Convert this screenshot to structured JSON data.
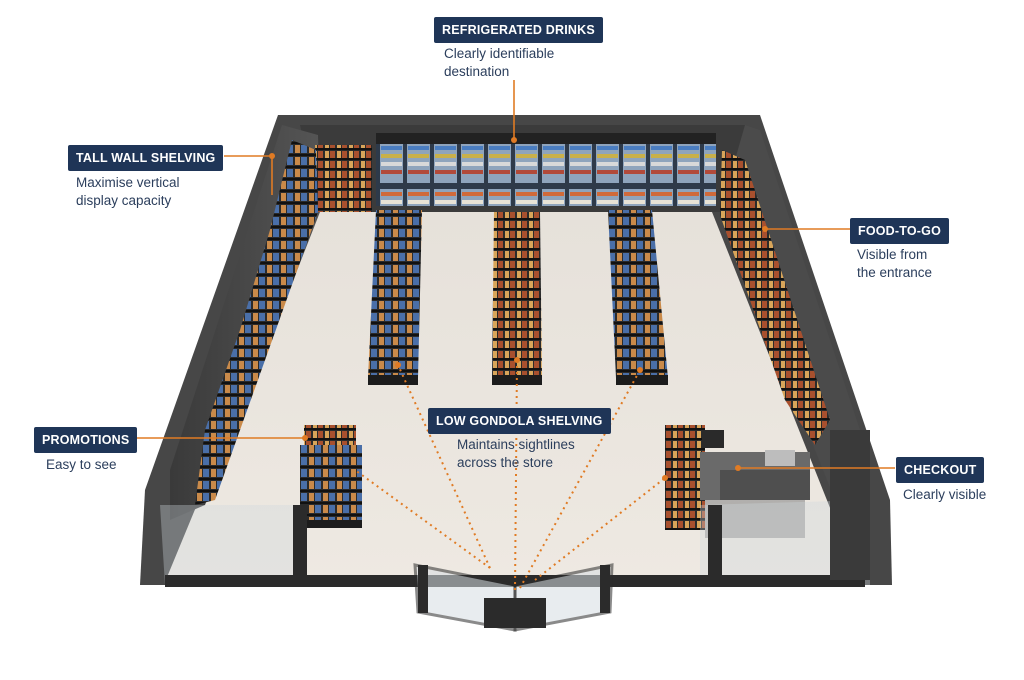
{
  "annotations": {
    "refrigerated_drinks": {
      "title": "REFRIGERATED DRINKS",
      "lines": [
        "Clearly identifiable",
        "destination"
      ]
    },
    "tall_wall_shelving": {
      "title": "TALL WALL SHELVING",
      "lines": [
        "Maximise vertical",
        "display capacity"
      ]
    },
    "food_to_go": {
      "title": "FOOD-TO-GO",
      "lines": [
        "Visible from",
        "the entrance"
      ]
    },
    "low_gondola_shelving": {
      "title": "LOW GONDOLA SHELVING",
      "lines": [
        "Maintains sightlines",
        "across the store"
      ]
    },
    "promotions": {
      "title": "PROMOTIONS",
      "lines": [
        "Easy to see"
      ]
    },
    "checkout": {
      "title": "CHECKOUT",
      "lines": [
        "Clearly visible"
      ]
    }
  },
  "colors": {
    "label_bg": "#1f3557",
    "leader": "#e07b24",
    "text": "#2b3e5c"
  }
}
